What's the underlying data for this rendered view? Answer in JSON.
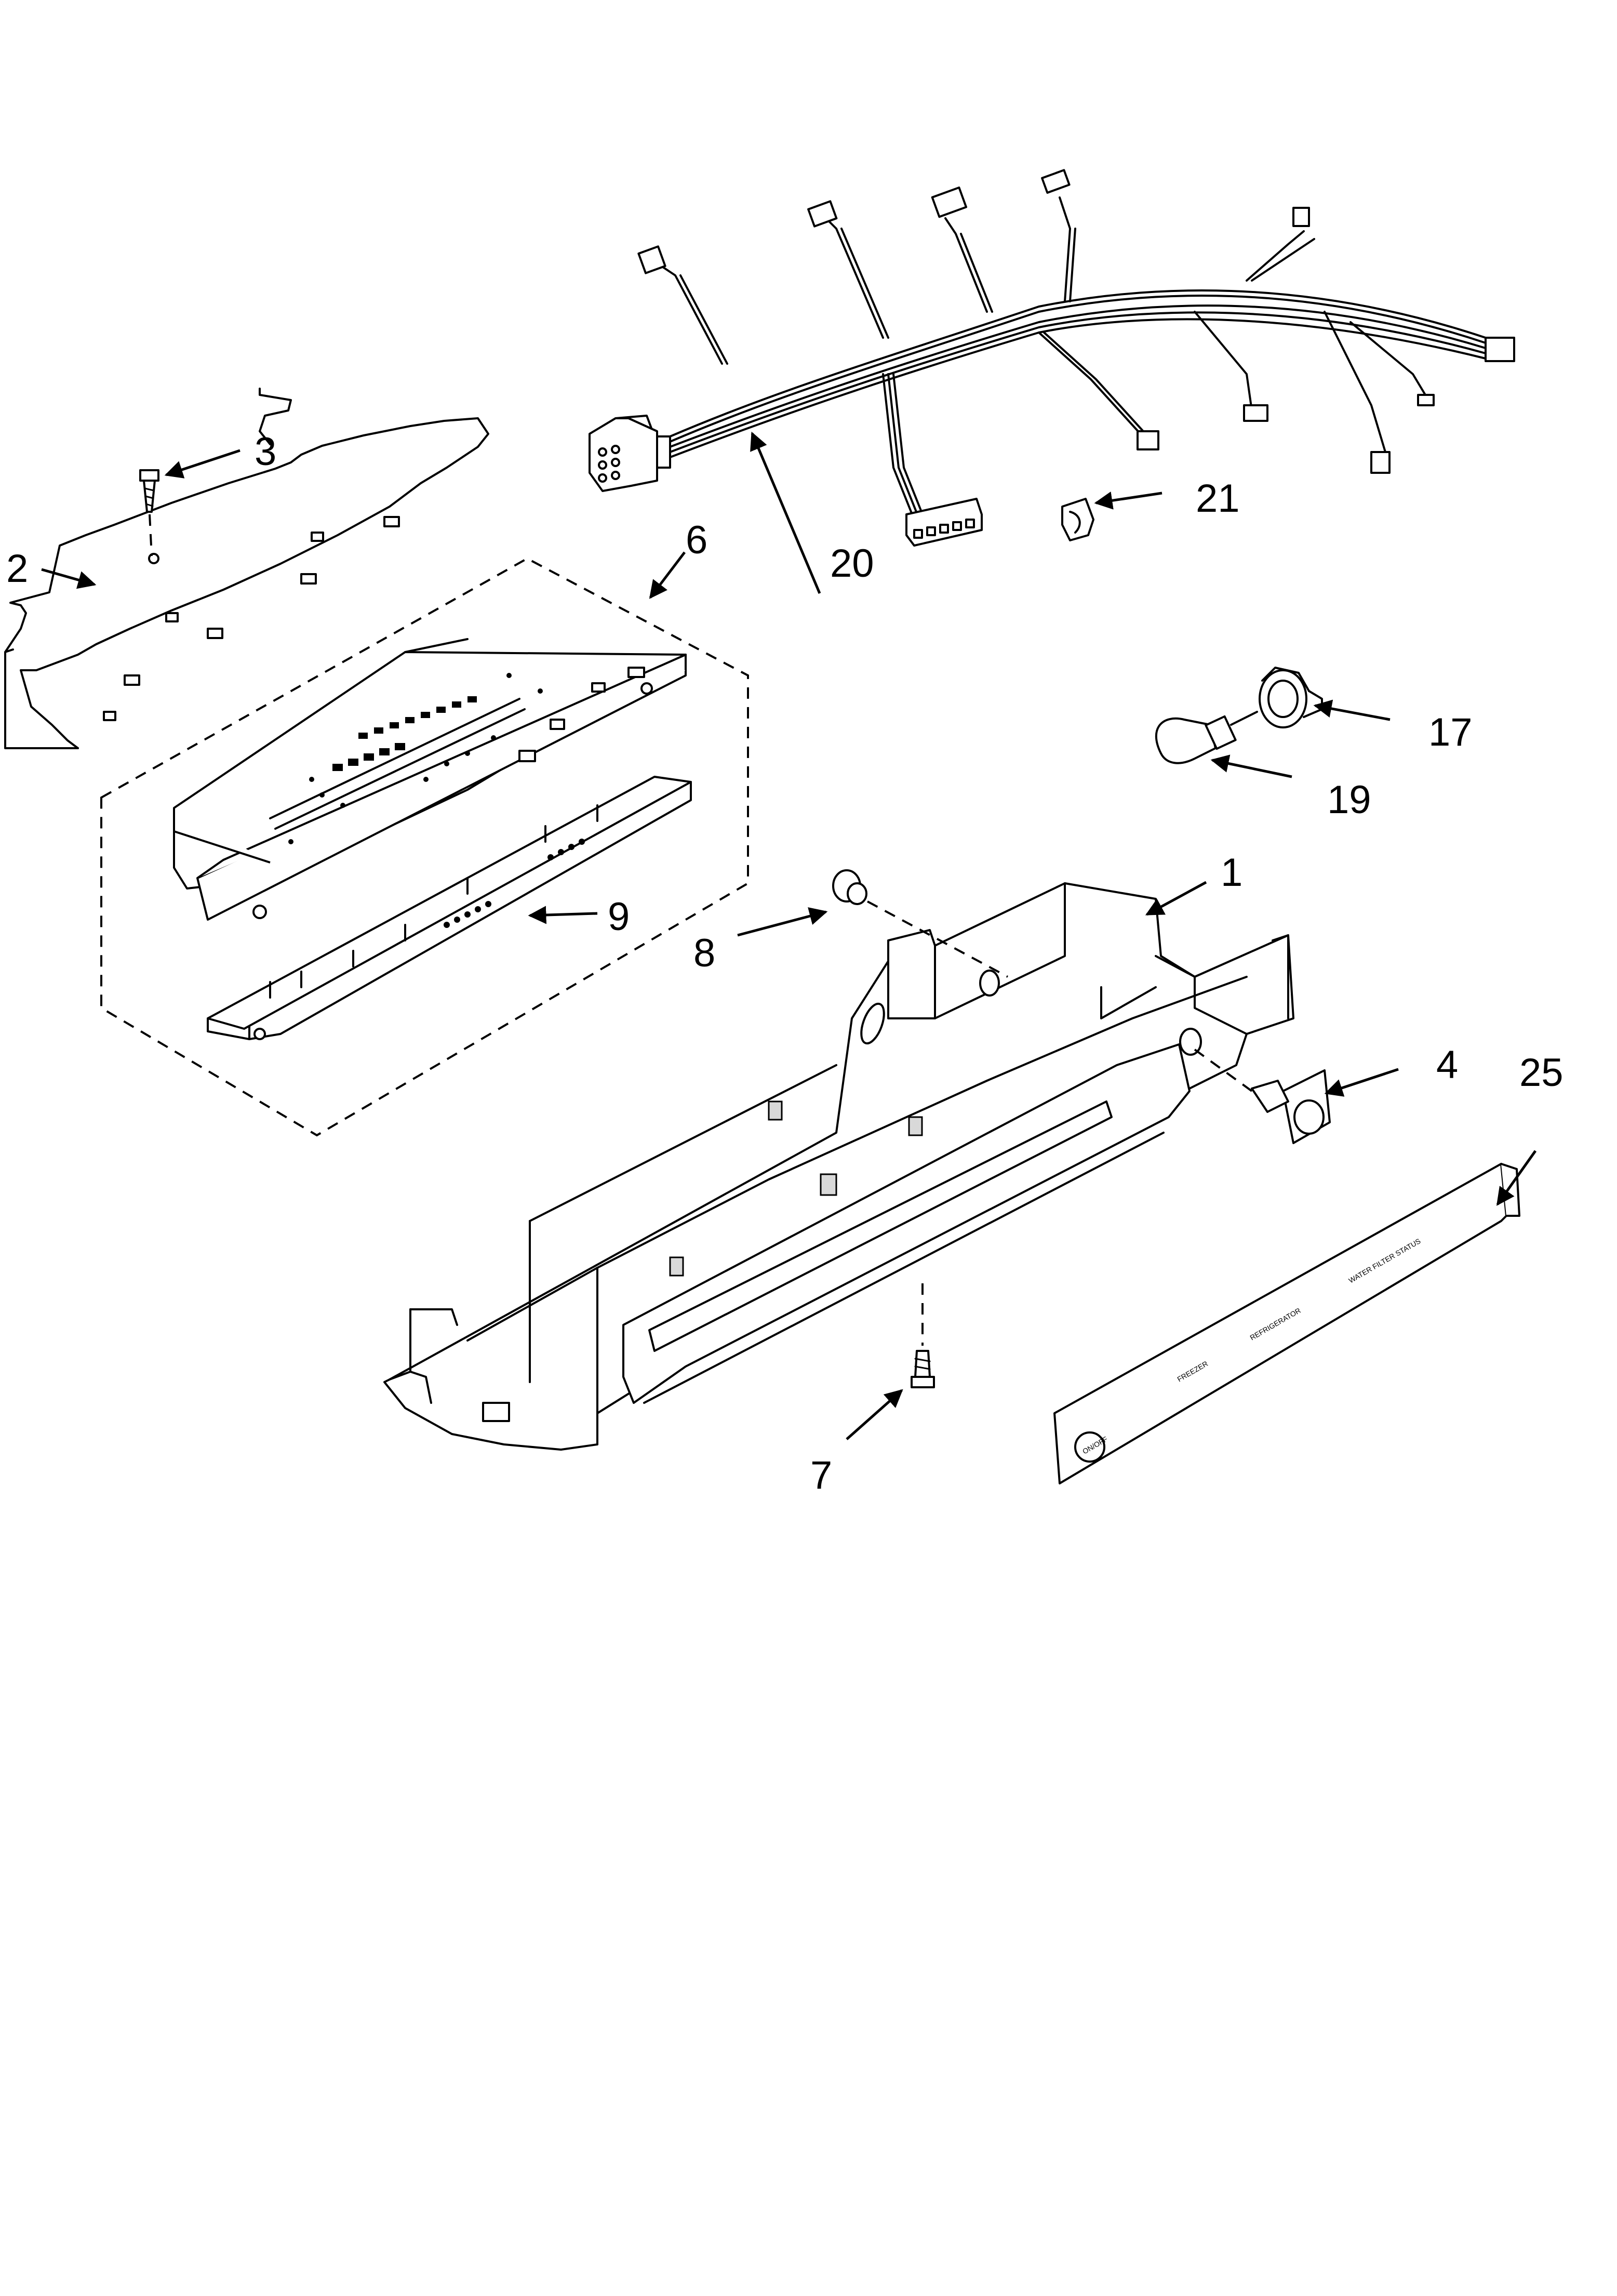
{
  "diagram": {
    "callouts": {
      "c1": "1",
      "c2": "2",
      "c3": "3",
      "c4": "4",
      "c6": "6",
      "c7": "7",
      "c8": "8",
      "c9": "9",
      "c17": "17",
      "c19": "19",
      "c20": "20",
      "c21": "21",
      "c25": "25"
    },
    "trim_labels": {
      "freezer": "FREEZER",
      "refrigerator": "REFRIGERATOR",
      "water_filter_status": "WATER FILTER STATUS",
      "on_off": "ON/OFF"
    }
  }
}
